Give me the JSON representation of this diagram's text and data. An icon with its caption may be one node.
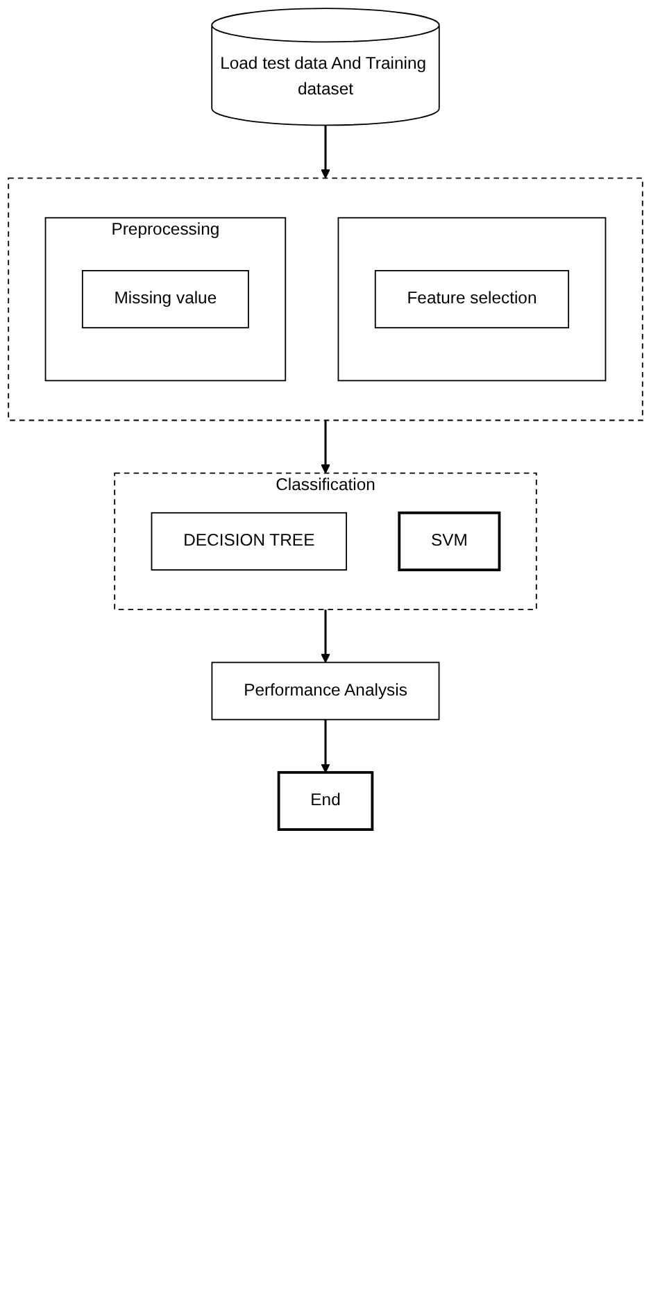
{
  "diagram": {
    "nodes": [
      {
        "text": [
          "Load test data And Training dataset"
        ]
      },
      {
        "text": [],
        "shape": "box"
      },
      {
        "text": [
          "Preprocessing"
        ],
        "in": 1
      },
      {
        "text": [
          "Missing value"
        ],
        "in": 2
      },
      {
        "text": [],
        "shape": "box",
        "in": 1
      },
      {
        "text": [
          "Feature selection"
        ],
        "in": 4
      },
      {
        "text": [
          "Classification"
        ]
      },
      {
        "text": [
          "DECISION TREE"
        ],
        "in": 6
      },
      {
        "text": [
          "SVM"
        ],
        "in": 6
      },
      {
        "text": [
          "Performance Analysis"
        ]
      },
      {
        "text": [
          "End"
        ]
      }
    ],
    "edges": [
      {
        "from": 0,
        "to": 1,
        "arrow": "to"
      },
      {
        "from": 1,
        "to": 6,
        "arrow": "to"
      },
      {
        "from": 6,
        "to": 9,
        "arrow": "to"
      },
      {
        "from": 9,
        "to": 10,
        "arrow": "to"
      }
    ]
  }
}
